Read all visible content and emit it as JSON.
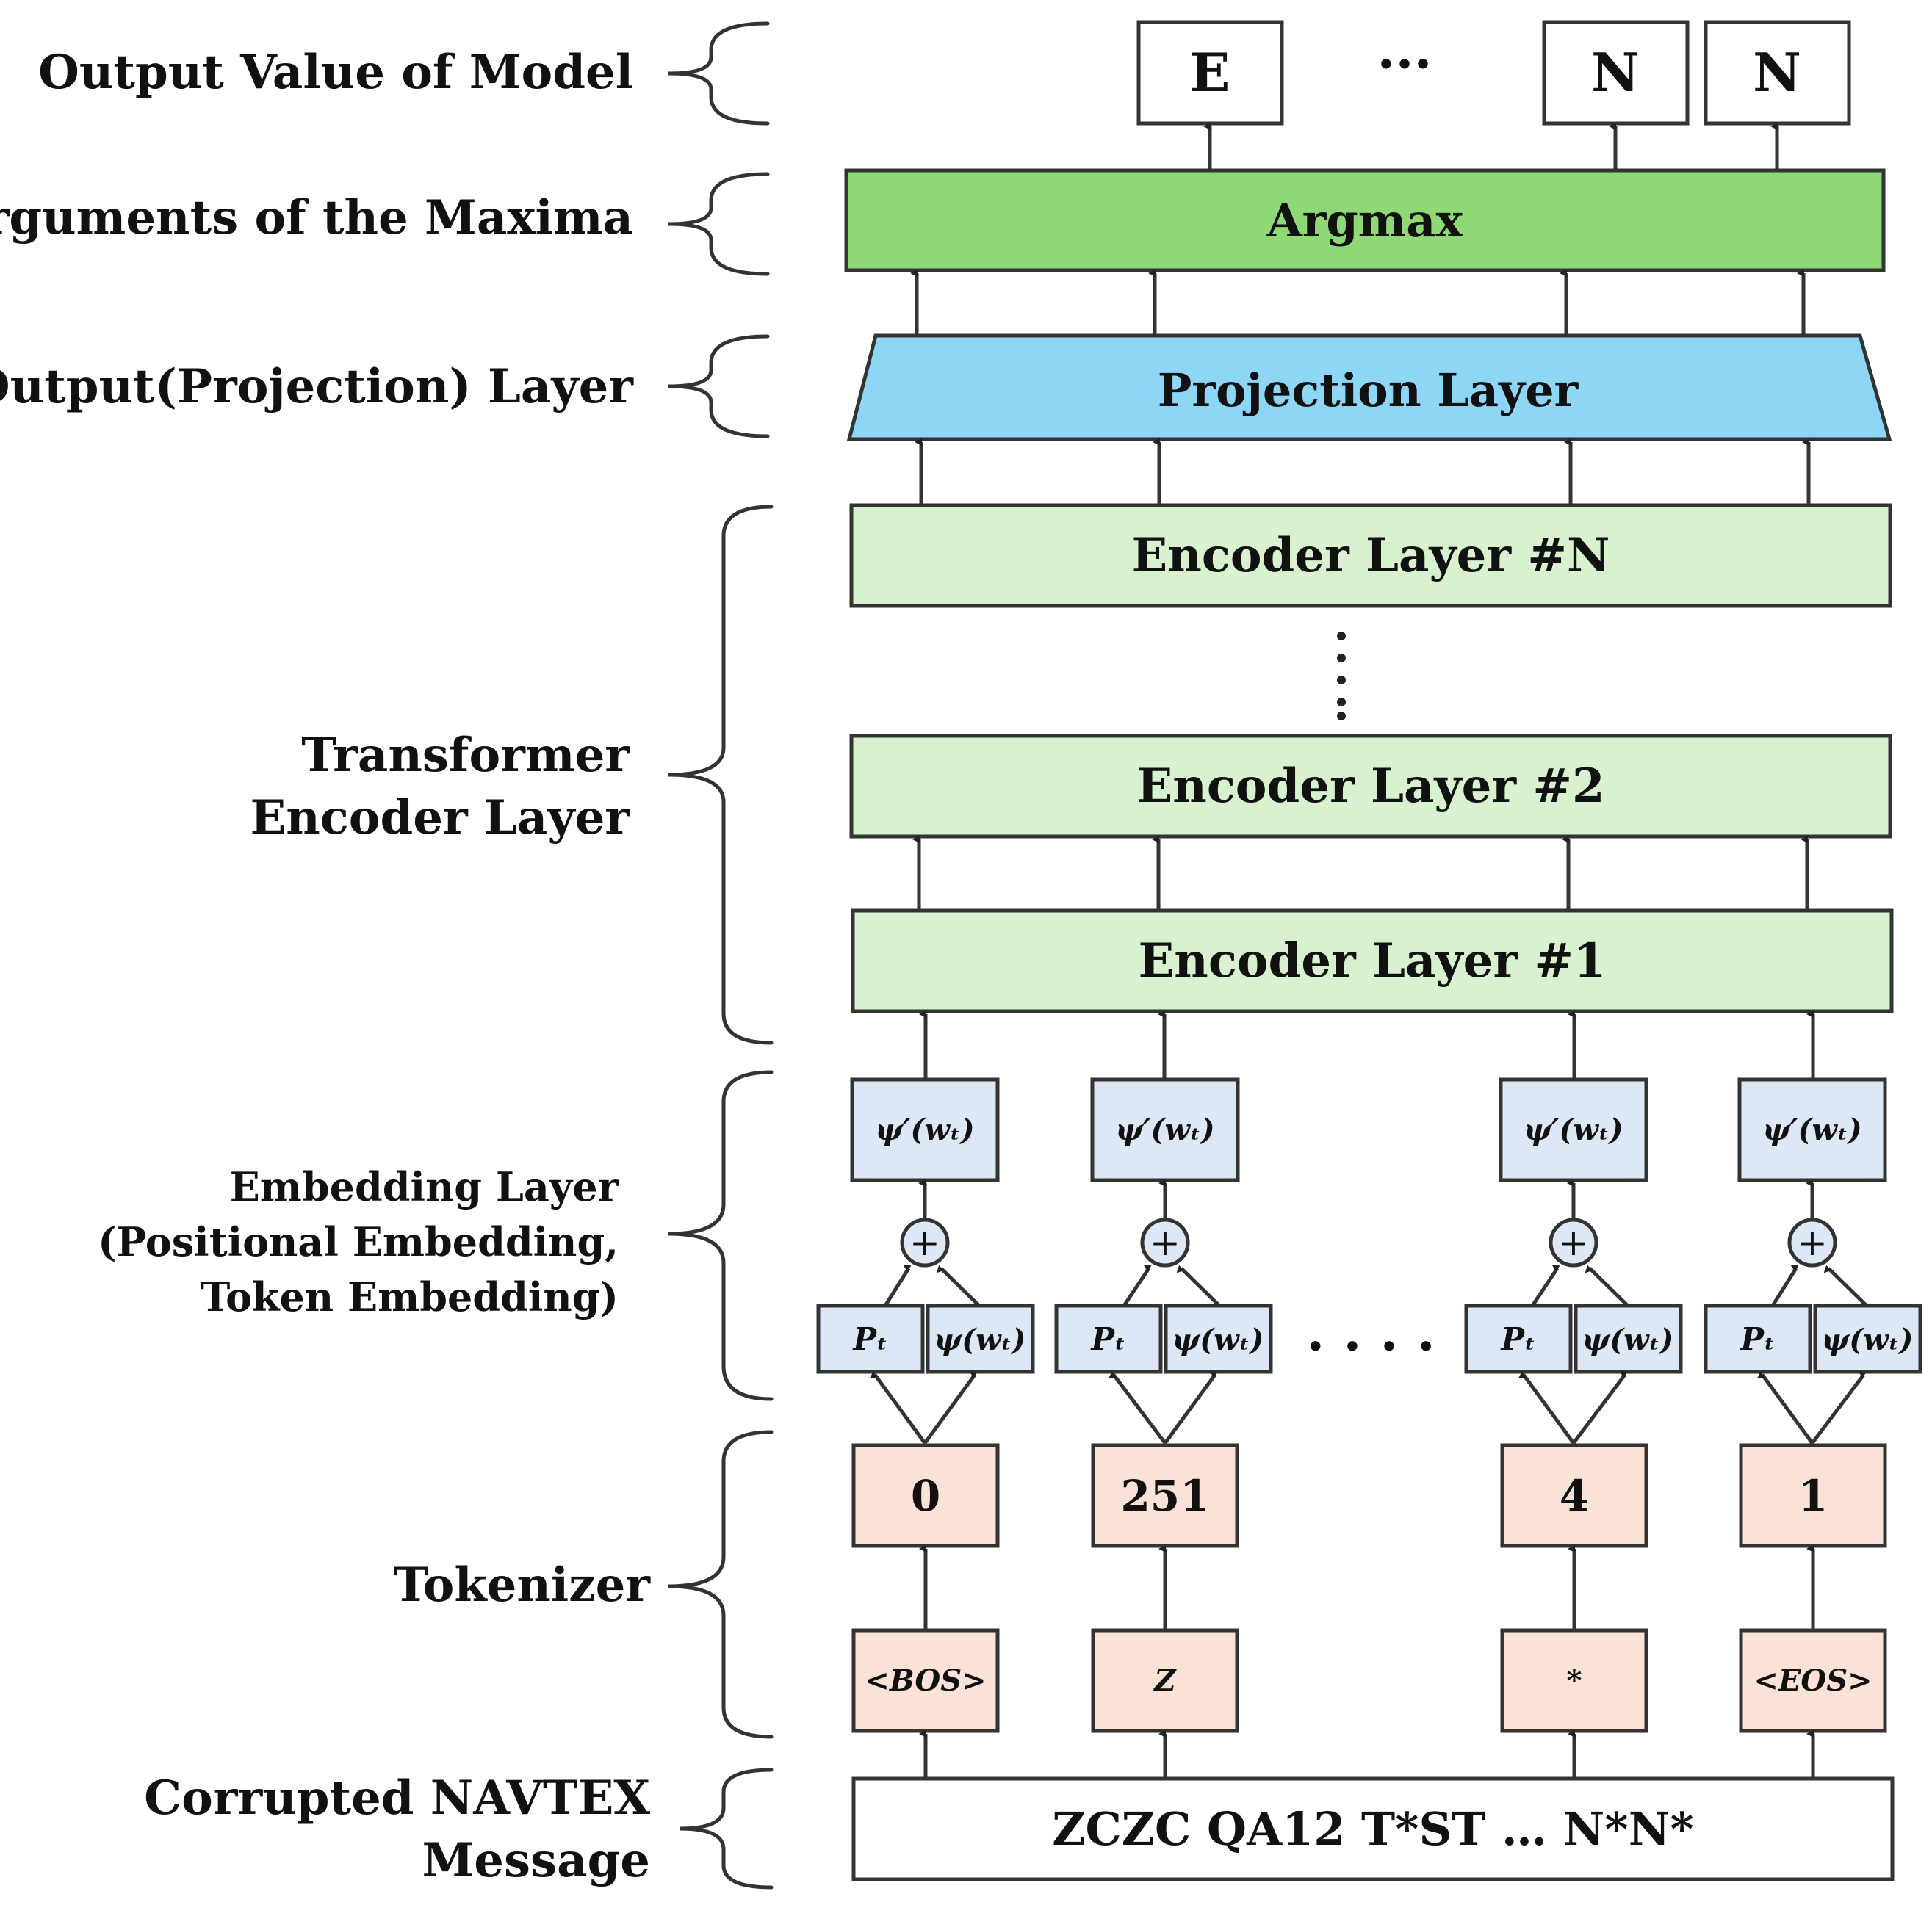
{
  "labels": {
    "output_value": "Output Value of Model",
    "argmax_args": "Arguments of the Maxima",
    "projection_out": "Output(Projection) Layer",
    "transformer_1": "Transformer",
    "transformer_2": "Encoder Layer",
    "embedding_1": "Embedding Layer",
    "embedding_2": "(Positional Embedding,",
    "embedding_3": "Token Embedding)",
    "tokenizer": "Tokenizer",
    "corrupted_1": "Corrupted NAVTEX",
    "corrupted_2": "Message"
  },
  "outputs": [
    "E",
    "N",
    "N"
  ],
  "outputs_ellipsis": "···",
  "argmax": "Argmax",
  "projection": "Projection Layer",
  "encoders": {
    "n": "Encoder Layer #N",
    "two": "Encoder Layer #2",
    "one": "Encoder Layer #1"
  },
  "embedding": {
    "psi_prime": "ψ′(wₜ)",
    "pos": "Pₜ",
    "psi": "ψ(wₜ)",
    "plus": "+",
    "ellipsis": "· · · ·"
  },
  "token_ids": [
    "0",
    "251",
    "4",
    "1"
  ],
  "tokens": [
    "<BOS>",
    "Z",
    "*",
    "<EOS>"
  ],
  "message": "ZCZC QA12 T*ST … N*N*",
  "colors": {
    "argmax": "#8ed975",
    "projection": "#8dd6f5",
    "encoder": "#d8f2cf",
    "embedding": "#dce8f6",
    "token": "#fbe2d6",
    "message": "#ffffff"
  }
}
